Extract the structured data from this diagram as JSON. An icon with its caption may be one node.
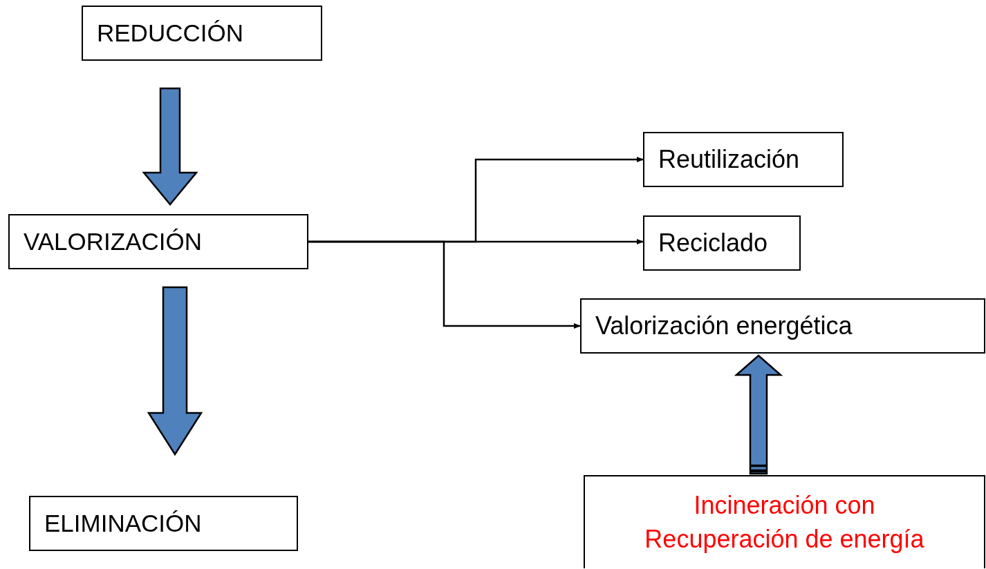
{
  "diagram": {
    "nodes": [
      {
        "text": [
          "REDUCCIÓN"
        ]
      },
      {
        "text": [
          "VALORIZACIÓN"
        ]
      },
      {
        "text": [
          "ELIMINACIÓN"
        ]
      },
      {
        "text": [
          "Reutilización"
        ]
      },
      {
        "text": [
          "Reciclado"
        ]
      },
      {
        "text": [
          "Valorización energética"
        ]
      },
      {
        "text": [
          "Incineración con Recuperación de energía"
        ]
      }
    ],
    "edges": [
      {
        "from": 0,
        "to": 1,
        "arrow": "to",
        "style": "thick",
        "color": "#4f81bd"
      },
      {
        "from": 1,
        "to": 2,
        "arrow": "to",
        "style": "thick",
        "color": "#4f81bd"
      },
      {
        "from": 1,
        "to": 3,
        "arrow": "to"
      },
      {
        "from": 1,
        "to": 4,
        "arrow": "to"
      },
      {
        "from": 1,
        "to": 5,
        "arrow": "to"
      },
      {
        "from": 6,
        "to": 5,
        "arrow": "to",
        "style": "thick",
        "color": "#4f81bd"
      }
    ]
  }
}
